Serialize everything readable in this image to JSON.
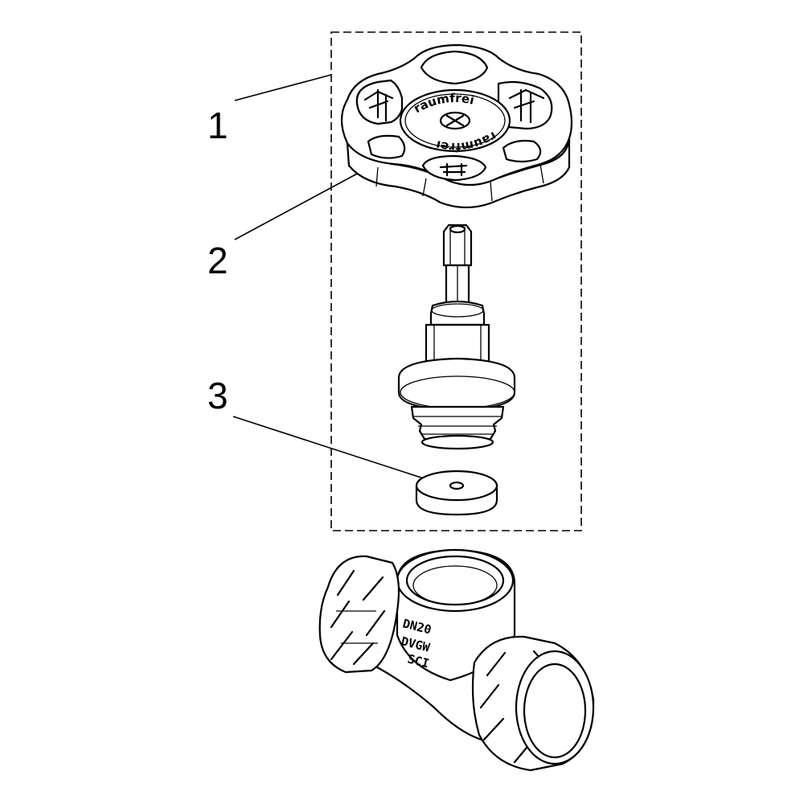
{
  "callouts": [
    {
      "label": "1"
    },
    {
      "label": "2"
    },
    {
      "label": "3"
    }
  ],
  "handwheel": {
    "cap_text_top": "raumfrei",
    "cap_text_bottom": "raumfrei"
  },
  "valve_body": {
    "marking_line1": "DN20",
    "marking_line2": "DVGW",
    "marking_line3": "SCI"
  }
}
